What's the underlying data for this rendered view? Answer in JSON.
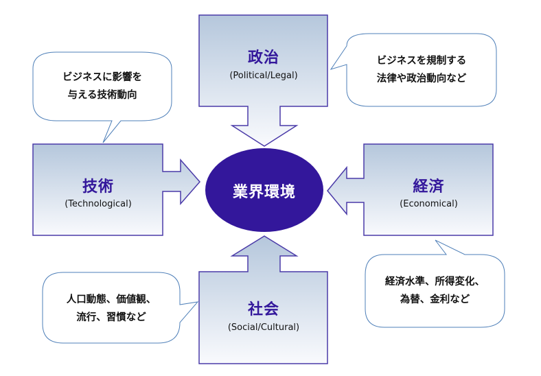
{
  "center": {
    "label": "業界環境"
  },
  "factors": {
    "political": {
      "title": "政治",
      "subtitle": "(Political/Legal)"
    },
    "technological": {
      "title": "技術",
      "subtitle": "(Technological)"
    },
    "economical": {
      "title": "経済",
      "subtitle": "(Economical)"
    },
    "social": {
      "title": "社会",
      "subtitle": "(Social/Cultural)"
    }
  },
  "callouts": {
    "technological": {
      "line1": "ビジネスに影響を",
      "line2": "与える技術動向"
    },
    "political": {
      "line1": "ビジネスを規制する",
      "line2": "法律や政治動向など"
    },
    "economical": {
      "line1": "経済水準、所得変化、",
      "line2": "為替、金利など"
    },
    "social": {
      "line1": "人口動態、価値観、",
      "line2": "流行、習慣など"
    }
  },
  "colors": {
    "box_border": "#4a3aa8",
    "box_fill_top": "#b5c7dc",
    "box_fill_bottom": "#f9fafd",
    "center_fill": "#33179b",
    "title_color": "#33179b",
    "callout_border": "#4e7fb8"
  }
}
